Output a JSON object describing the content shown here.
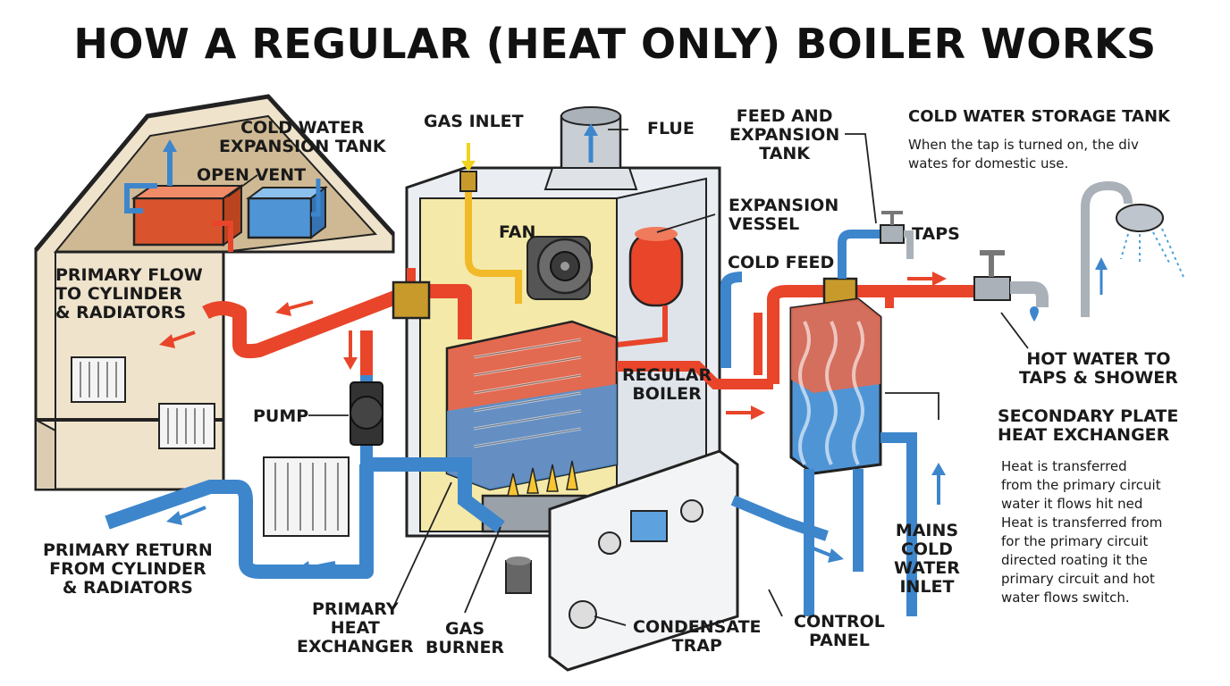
{
  "title": "HOW A REGULAR (HEAT ONLY) BOILER WORKS",
  "labels": {
    "cold_water_expansion_tank": "COLD WATER\nEXPANSION TANK",
    "open_vent": "OPEN VENT",
    "primary_flow": "PRIMARY FLOW\nTO CYLINDER\n& RADIATORS",
    "pump": "PUMP",
    "primary_return": "PRIMARY RETURN\nFROM CYLINDER\n& RADIATORS",
    "primary_heat_exchanger": "PRIMARY\nHEAT\nEXCHANGER",
    "gas_burner": "GAS\nBURNER",
    "gas_inlet": "GAS INLET",
    "fan": "FAN",
    "flue": "FLUE",
    "expansion_vessel": "EXPANSION\nVESSEL",
    "regular_boiler": "REGULAR\nBOILER",
    "condensate_trap": "CONDENSATE\nTRAP",
    "feed_and_expansion_tank": "FEED AND\nEXPANSION\nTANK",
    "cold_feed": "COLD FEED",
    "taps": "TAPS",
    "control_panel": "CONTROL\nPANEL",
    "mains_cold_water_inlet": "MAINS\nCOLD\nWATER\nINLET",
    "hot_water_to_taps": "HOT WATER TO\nTAPS & SHOWER",
    "secondary_plate_heat_exchanger": "SECONDARY PLATE\nHEAT EXCHANGER",
    "cold_water_storage_tank": "COLD WATER STORAGE TANK"
  },
  "descriptions": {
    "storage_tank": "When the tap is turned on, the div\nwates for domestic use.",
    "secondary_exchanger": "Heat is transferred\nfrom the primary circuit\nwater it flows hit ned\nHeat is transferred from\nfor the primary circuit\ndirected roating it the\nprimary circuit and hot\nwater flows switch."
  },
  "colors": {
    "hot_pipe": "#e8452a",
    "cold_pipe": "#3d86cc",
    "gas_pipe": "#f2b928",
    "attic_fill": "#cfb994",
    "house_fill": "#efe3cc",
    "boiler_casing": "#eaeef2",
    "flame": "#f7c531",
    "outline": "#222222"
  }
}
